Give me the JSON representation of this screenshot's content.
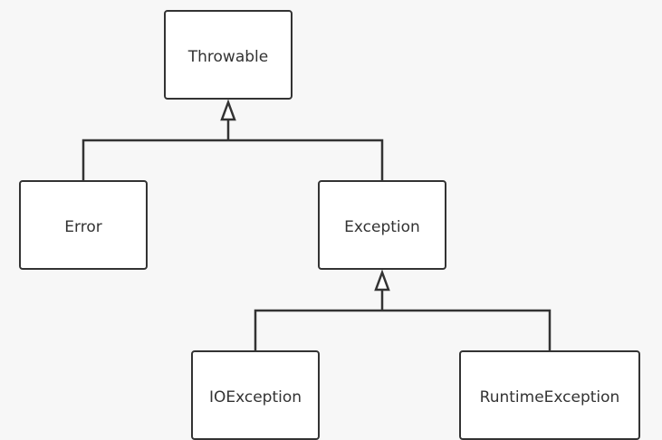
{
  "diagram": {
    "nodes": {
      "throwable": "Throwable",
      "error": "Error",
      "exception": "Exception",
      "ioexception": "IOException",
      "runtimeexception": "RuntimeException"
    },
    "edges": [
      {
        "from": "error",
        "to": "throwable",
        "kind": "inheritance"
      },
      {
        "from": "exception",
        "to": "throwable",
        "kind": "inheritance"
      },
      {
        "from": "ioexception",
        "to": "exception",
        "kind": "inheritance"
      },
      {
        "from": "runtimeexception",
        "to": "exception",
        "kind": "inheritance"
      }
    ],
    "colors": {
      "background": "#f7f7f7",
      "stroke": "#333333",
      "node_fill": "#ffffff"
    }
  }
}
